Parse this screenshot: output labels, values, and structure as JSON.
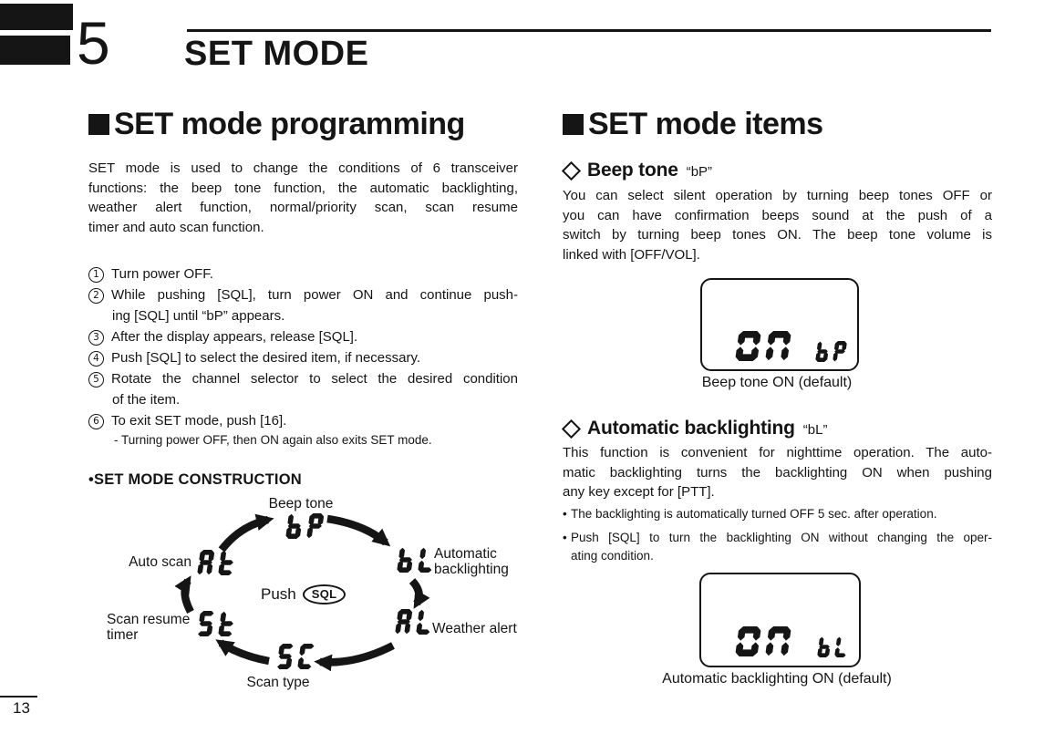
{
  "colors": {
    "ink": "#151515",
    "paper": "#ffffff"
  },
  "header": {
    "chapter_number": "5",
    "title": "SET MODE"
  },
  "footer": {
    "page_number": "13"
  },
  "left": {
    "heading": "SET mode programming",
    "intro_lines": [
      "SET mode is used to change the conditions of 6 transceiver",
      "functions: the beep tone function, the automatic backlighting,",
      "weather alert function, normal/priority scan, scan resume",
      "timer and auto scan function."
    ],
    "steps": [
      {
        "num": "1",
        "line1": "Turn power OFF."
      },
      {
        "num": "2",
        "line1": "While pushing [SQL], turn power ON and continue push-",
        "line2": "ing [SQL] until “bP” appears."
      },
      {
        "num": "3",
        "line1": "After the display appears, release [SQL]."
      },
      {
        "num": "4",
        "line1": "Push [SQL] to select the desired item, if necessary."
      },
      {
        "num": "5",
        "line1": "Rotate the channel selector to select the desired condition",
        "line2": "of the item."
      },
      {
        "num": "6",
        "line1": "To exit SET mode, push [16].",
        "note": "- Turning power OFF, then ON again also exits SET mode."
      }
    ],
    "construction": {
      "bullet": "•",
      "title": "SET MODE CONSTRUCTION",
      "center_label": "Push",
      "center_button": "SQL",
      "nodes": {
        "beep": {
          "code": "bP",
          "label": "Beep tone"
        },
        "backlight": {
          "code": "bL",
          "label1": "Automatic",
          "label2": "backlighting"
        },
        "weather": {
          "code": "AL",
          "label": "Weather alert"
        },
        "scantype": {
          "code": "SC",
          "label": "Scan type"
        },
        "resume": {
          "code": "St",
          "label1": "Scan resume",
          "label2": "timer"
        },
        "autoscan": {
          "code": "At",
          "label": "Auto scan"
        }
      }
    }
  },
  "right": {
    "heading": "SET mode items",
    "beep": {
      "heading": "Beep tone",
      "code": "“bP”",
      "lines": [
        "You can select silent operation by turning beep tones OFF or",
        "you can have confirmation beeps sound at the push of a",
        "switch by turning beep tones ON. The beep tone volume is",
        "linked with [OFF/VOL]."
      ],
      "lcd": {
        "value": "ON",
        "code": "bP"
      },
      "caption": "Beep tone ON (default)"
    },
    "backlight": {
      "heading": "Automatic backlighting",
      "code": "“bL”",
      "lines": [
        "This function is convenient for nighttime operation. The auto-",
        "matic backlighting turns the backlighting ON when pushing",
        "any key except for [PTT]."
      ],
      "bullets": [
        {
          "marker": "•",
          "line1": "The backlighting is automatically turned OFF 5 sec. after operation."
        },
        {
          "marker": "•",
          "line1": "Push [SQL] to turn the backlighting ON without changing the oper-",
          "line2": "ating condition."
        }
      ],
      "lcd": {
        "value": "ON",
        "code": "bL"
      },
      "caption": "Automatic backlighting ON (default)"
    }
  }
}
